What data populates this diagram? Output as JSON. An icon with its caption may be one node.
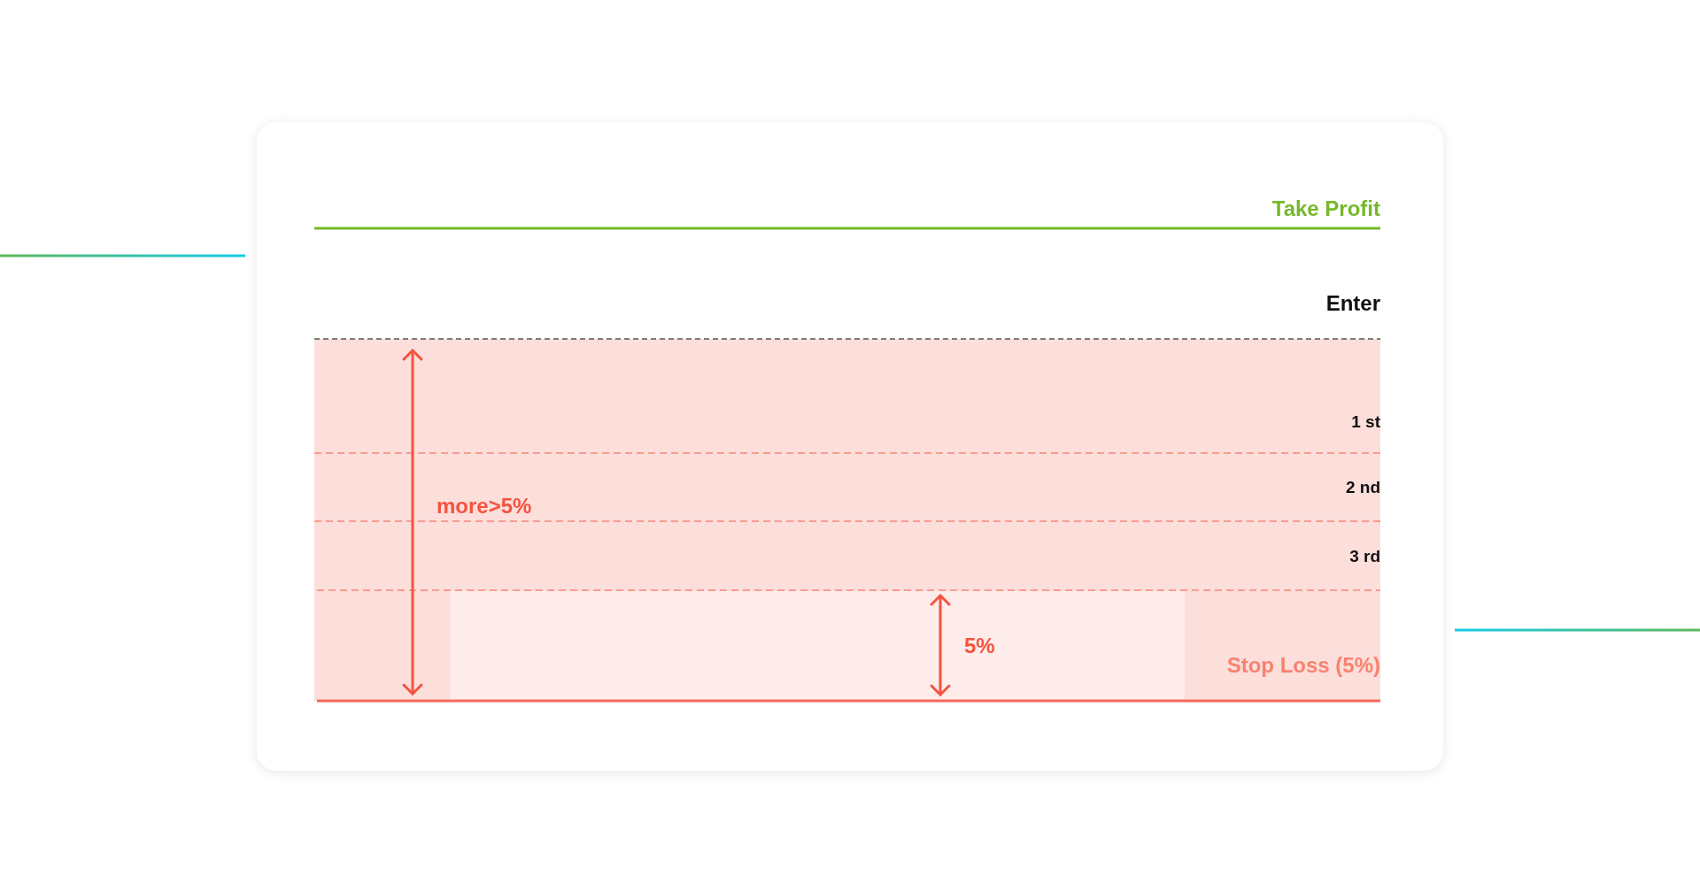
{
  "diagram": {
    "labels": [
      "Take Profit",
      "Enter",
      "1 st",
      "2 nd",
      "more>5%",
      "3 rd",
      "5%",
      "Stop Loss (5%)"
    ]
  }
}
